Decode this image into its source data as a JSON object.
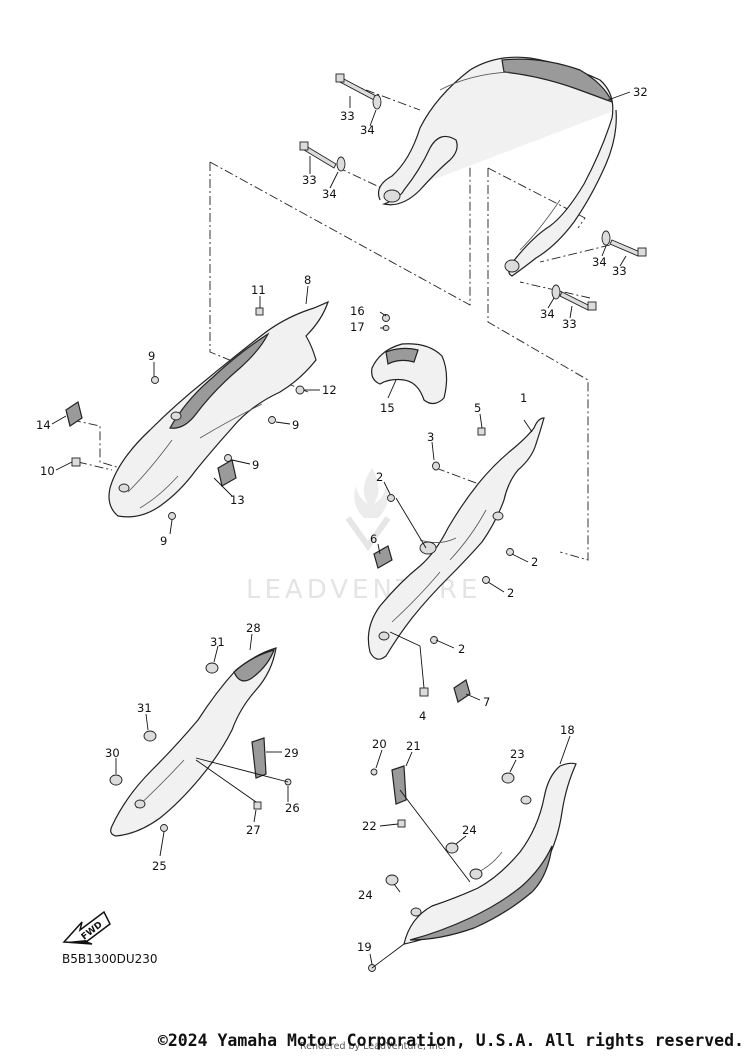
{
  "diagram": {
    "code": "B5B1300DU230",
    "watermark": "LEADVENTURE",
    "fwd_label": "FWD",
    "copyright": "©2024 Yamaha Motor Corporation, U.S.A. All rights reserved.",
    "rendered_by": "Rendered by LeadVenture, Inc."
  },
  "callouts": [
    {
      "id": "1",
      "label": "1"
    },
    {
      "id": "2a",
      "label": "2"
    },
    {
      "id": "2b",
      "label": "2"
    },
    {
      "id": "2c",
      "label": "2"
    },
    {
      "id": "2d",
      "label": "2"
    },
    {
      "id": "3",
      "label": "3"
    },
    {
      "id": "4",
      "label": "4"
    },
    {
      "id": "5",
      "label": "5"
    },
    {
      "id": "6",
      "label": "6"
    },
    {
      "id": "7",
      "label": "7"
    },
    {
      "id": "8",
      "label": "8"
    },
    {
      "id": "9a",
      "label": "9"
    },
    {
      "id": "9b",
      "label": "9"
    },
    {
      "id": "9c",
      "label": "9"
    },
    {
      "id": "9d",
      "label": "9"
    },
    {
      "id": "10",
      "label": "10"
    },
    {
      "id": "11",
      "label": "11"
    },
    {
      "id": "12",
      "label": "12"
    },
    {
      "id": "13",
      "label": "13"
    },
    {
      "id": "14",
      "label": "14"
    },
    {
      "id": "15",
      "label": "15"
    },
    {
      "id": "16",
      "label": "16"
    },
    {
      "id": "17",
      "label": "17"
    },
    {
      "id": "18",
      "label": "18"
    },
    {
      "id": "19",
      "label": "19"
    },
    {
      "id": "20",
      "label": "20"
    },
    {
      "id": "21",
      "label": "21"
    },
    {
      "id": "22",
      "label": "22"
    },
    {
      "id": "23",
      "label": "23"
    },
    {
      "id": "24a",
      "label": "24"
    },
    {
      "id": "24b",
      "label": "24"
    },
    {
      "id": "25",
      "label": "25"
    },
    {
      "id": "26",
      "label": "26"
    },
    {
      "id": "27",
      "label": "27"
    },
    {
      "id": "28",
      "label": "28"
    },
    {
      "id": "29",
      "label": "29"
    },
    {
      "id": "30",
      "label": "30"
    },
    {
      "id": "31a",
      "label": "31"
    },
    {
      "id": "31b",
      "label": "31"
    },
    {
      "id": "32",
      "label": "32"
    },
    {
      "id": "33a",
      "label": "33"
    },
    {
      "id": "33b",
      "label": "33"
    },
    {
      "id": "33c",
      "label": "33"
    },
    {
      "id": "33d",
      "label": "33"
    },
    {
      "id": "34a",
      "label": "34"
    },
    {
      "id": "34b",
      "label": "34"
    },
    {
      "id": "34c",
      "label": "34"
    },
    {
      "id": "34d",
      "label": "34"
    }
  ]
}
